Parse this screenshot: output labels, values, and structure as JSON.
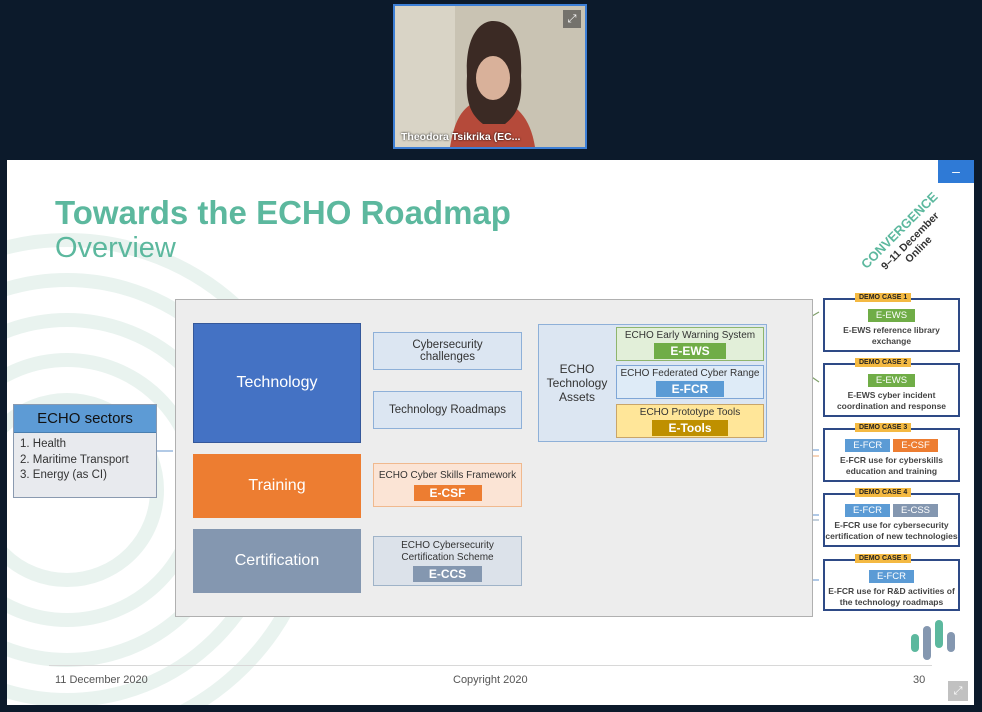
{
  "video": {
    "participant_name": "Theodora Tsikrika (EC...",
    "expand_icon": "expand-icon"
  },
  "slide": {
    "title": "Towards the ECHO Roadmap",
    "subtitle": "Overview",
    "convergence": {
      "word": "CONVERGENCE",
      "dates": "9–11 December",
      "mode": "Online"
    },
    "sectors": {
      "heading": "ECHO sectors",
      "items": [
        "1. Health",
        "2. Maritime Transport",
        "3. Energy (as CI)"
      ]
    },
    "pillars": {
      "technology": "Technology",
      "training": "Training",
      "certification": "Certification"
    },
    "flow": {
      "challenges": "Cybersecurity challenges",
      "roadmaps": "Technology Roadmaps",
      "assets": "ECHO Technology Assets"
    },
    "assets": [
      {
        "name": "ECHO Early Warning System",
        "tag": "E-EWS"
      },
      {
        "name": "ECHO Federated Cyber Range",
        "tag": "E-FCR"
      },
      {
        "name": "ECHO Prototype Tools",
        "tag": "E-Tools"
      }
    ],
    "skills": {
      "name": "ECHO Cyber Skills Framework",
      "tag": "E-CSF"
    },
    "cert": {
      "name": "ECHO Cybersecurity Certification Scheme",
      "tag": "E-CCS"
    },
    "demo_cases": [
      {
        "label": "DEMO CASE 1",
        "tags": [
          "E-EWS"
        ],
        "text": "E-EWS reference library exchange"
      },
      {
        "label": "DEMO CASE 2",
        "tags": [
          "E-EWS"
        ],
        "text": "E-EWS cyber incident coordination and response"
      },
      {
        "label": "DEMO CASE 3",
        "tags": [
          "E-FCR",
          "E-CSF"
        ],
        "text": "E-FCR use for cyberskills education and training"
      },
      {
        "label": "DEMO CASE 4",
        "tags": [
          "E-FCR",
          "E-CSS"
        ],
        "text": "E-FCR use for cybersecurity certification of new technologies"
      },
      {
        "label": "DEMO CASE 5",
        "tags": [
          "E-FCR"
        ],
        "text": "E-FCR use for R&D activities of the technology roadmaps"
      }
    ],
    "footer": {
      "date": "11 December 2020",
      "copyright": "Copyright 2020",
      "page": "30"
    }
  },
  "colors": {
    "accent_green": "#5cb89e",
    "technology_blue": "#4472c4",
    "training_orange": "#ed7d31",
    "certification_gray": "#8497b0",
    "ews_green": "#70ad47",
    "fcr_blue": "#5b9bd5",
    "tools_gold": "#bf9000",
    "zoom_blue": "#2f7ad6"
  }
}
